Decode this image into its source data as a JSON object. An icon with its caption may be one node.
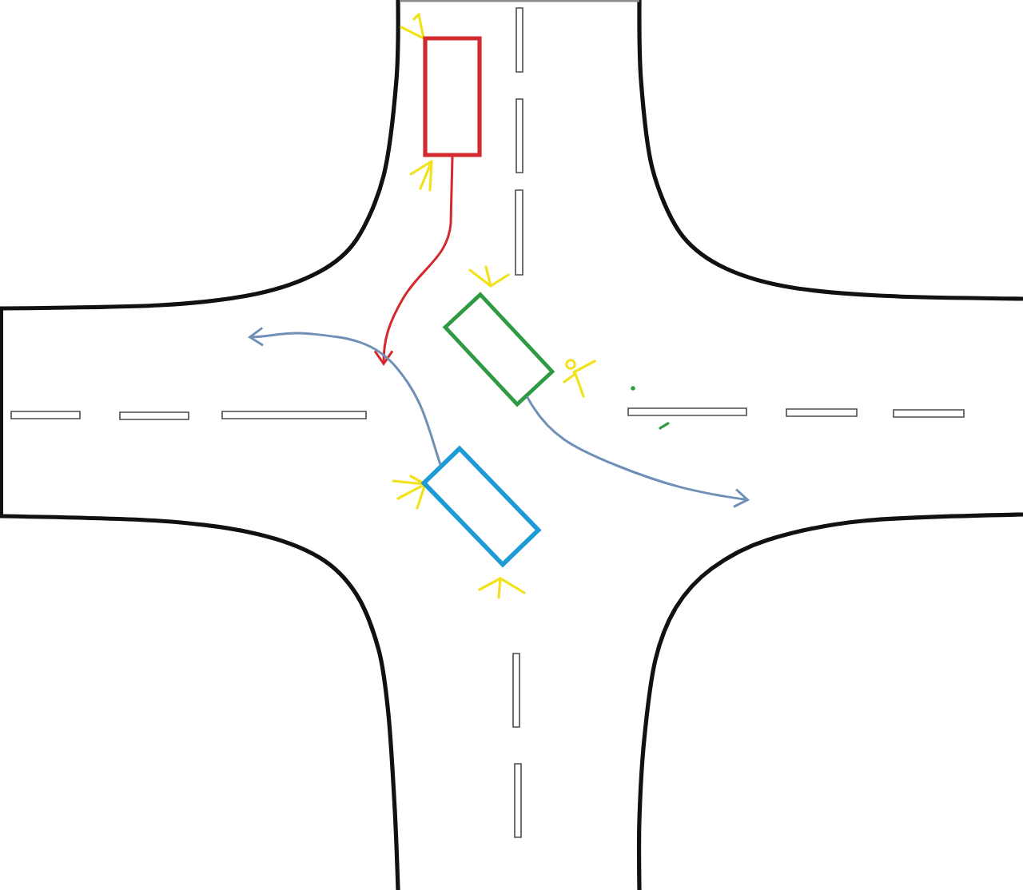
{
  "diagram": {
    "nodes": [
      {
        "text": [],
        "shape": "box"
      },
      {
        "text": [],
        "shape": "box"
      },
      {
        "text": [],
        "shape": "box"
      }
    ],
    "edges": [
      {
        "from": 0,
        "to": null,
        "arrow": "to",
        "color": "#d42a2f"
      },
      {
        "from": 2,
        "to": null,
        "arrow": "to"
      },
      {
        "from": 1,
        "to": null,
        "arrow": "to"
      }
    ]
  }
}
